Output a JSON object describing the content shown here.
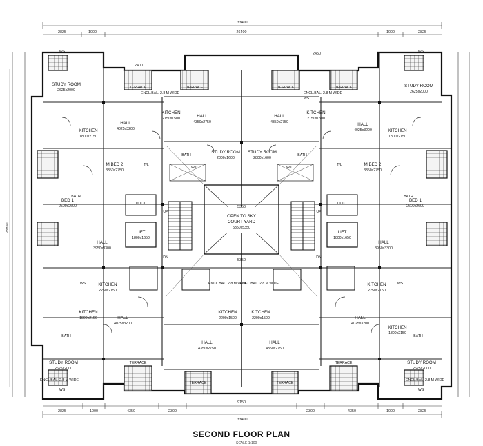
{
  "title": "SECOND FLOOR PLAN",
  "scale": "SCALE 1:100",
  "dims": {
    "overall_top": "33400",
    "overall_bottom": "33400",
    "inner_top": "26400",
    "top_left": "2825",
    "top_right": "2825",
    "top_1000_l": "1000",
    "top_1000_r": "1000",
    "terrace_w": "2400",
    "mid_gap": "2450",
    "bottom_inner": "9150",
    "b_2825_l": "2825",
    "b_1000_l": "1000",
    "b_4350_l": "4350",
    "b_2300_l": "2300",
    "b_2300_r": "2300",
    "b_4350_r": "4350",
    "b_1000_r": "1000",
    "b_2825_r": "2825",
    "side_total": "25850",
    "court_w": "5350",
    "court_w2": "5350",
    "up_l": "UP",
    "up_r": "UP",
    "dn_l": "DN",
    "dn_r": "DN"
  },
  "rooms": {
    "study_tl": "STUDY ROOM",
    "study_tl_dim": "2625x2000",
    "study_tr": "STUDY ROOM",
    "study_tr_dim": "2625x2000",
    "study_bl": "STUDY ROOM",
    "study_bl_dim": "2625x2000",
    "study_br": "STUDY ROOM",
    "study_br_dim": "2625x2000",
    "study_cl": "STUDY ROOM",
    "study_cl_dim": "2800x1600",
    "study_cr": "STUDY ROOM",
    "study_cr_dim": "2800x1600",
    "terrace_1": "TERRACE",
    "terrace_2": "TERRACE",
    "terrace_3": "TERRACE",
    "terrace_4": "TERRACE",
    "terrace_5": "TERRACE",
    "terrace_6": "TERRACE",
    "terrace_7": "TERRACE",
    "terrace_8": "TERRACE",
    "kitchen_tl": "KITCHEN",
    "kitchen_tl_dim": "1800x2150",
    "kitchen_tr": "KITCHEN",
    "kitchen_tr_dim": "1800x2150",
    "kitchen_bl": "KITCHEN",
    "kitchen_bl_dim": "1800x2150",
    "kitchen_br": "KITCHEN",
    "kitchen_br_dim": "1800x2150",
    "kitchen_tc_l": "KITCHEN",
    "kitchen_tc_l_dim": "2150x1500",
    "kitchen_tc_r": "KITCHEN",
    "kitchen_tc_r_dim": "2150x1500",
    "kitchen_ml": "KITCHEN",
    "kitchen_ml_dim": "2250x2150",
    "kitchen_mr": "KITCHEN",
    "kitchen_mr_dim": "2250x2150",
    "kitchen_bc_l": "KITCHEN",
    "kitchen_bc_l_dim": "2200x1500",
    "kitchen_bc_r": "KITCHEN",
    "kitchen_bc_r_dim": "2200x1500",
    "hall_tl": "HALL",
    "hall_tl_dim": "4025x3200",
    "hall_tr": "HALL",
    "hall_tr_dim": "4025x3200",
    "hall_tc_l": "HALL",
    "hall_tc_l_dim": "4350x2750",
    "hall_tc_r": "HALL",
    "hall_tc_r_dim": "4350x2750",
    "hall_ml": "HALL",
    "hall_ml_dim": "3950x3300",
    "hall_mr": "HALL",
    "hall_mr_dim": "3950x3300",
    "hall_bl": "HALL",
    "hall_bl_dim": "4025x3200",
    "hall_br": "HALL",
    "hall_br_dim": "4025x3200",
    "hall_bc_l": "HALL",
    "hall_bc_l_dim": "4350x2750",
    "hall_bc_r": "HALL",
    "hall_bc_r_dim": "4350x2750",
    "mbed_l": "M.BED 2",
    "mbed_l_dim": "3350x2750",
    "mbed_r": "M.BED 2",
    "mbed_r_dim": "3350x2750",
    "bed_l": "BED 1",
    "bed_l_dim": "2500x2600",
    "bed_r": "BED 1",
    "bed_r_dim": "2600x2600",
    "lift_l": "LIFT",
    "lift_l_dim": "1800x1650",
    "lift_r": "LIFT",
    "lift_r_dim": "1800x1650",
    "duct_l": "DUCT",
    "duct_r": "DUCT",
    "court": "OPEN TO SKY",
    "court2": "COURT YARD",
    "court_dim": "5350x5350",
    "bath": "BATH",
    "wc": "W/C",
    "tl": "T/L",
    "ws": "WS",
    "encl": "ENCL.BAL. 2.8 M WIDE"
  }
}
